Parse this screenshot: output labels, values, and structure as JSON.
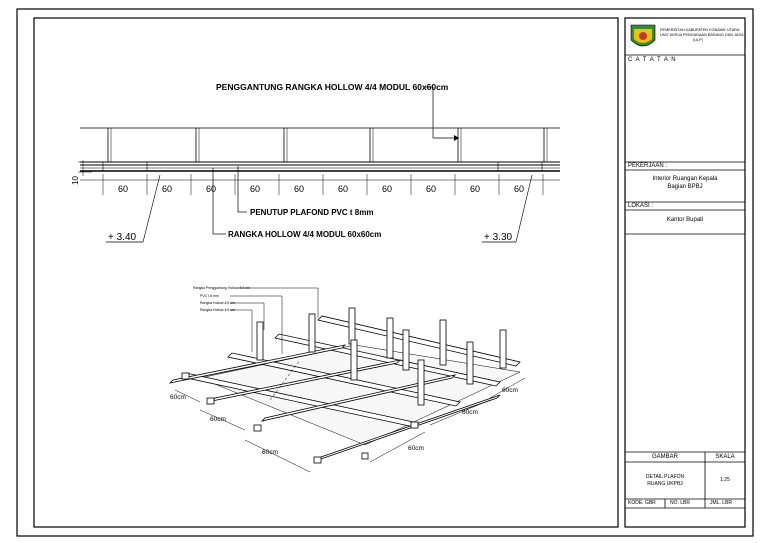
{
  "drawing": {
    "section": {
      "hanger_label": "PENGGANTUNG RANGKA HOLLOW 4/4 MODUL 60x60cm",
      "height_dim": "10",
      "spacing_values": [
        "60",
        "60",
        "60",
        "60",
        "60",
        "60",
        "60",
        "60",
        "60",
        "60"
      ],
      "pvc_label": "PENUTUP PLAFOND PVC t 8mm",
      "frame_label": "RANGKA HOLLOW 4/4 MODUL 60x60cm",
      "level_left": "+ 3.40",
      "level_right": "+ 3.30"
    },
    "iso": {
      "legend": [
        "Rangka Penggantung Hollow 4/4 cm",
        "PVC t 8 mm",
        "Rangka Hollow 4/4 cm",
        "Rangka Hollow 4/4 cm"
      ],
      "dims": [
        "60cm",
        "60cm",
        "60cm",
        "60cm",
        "60cm",
        "60cm"
      ]
    }
  },
  "title_block": {
    "header_line1": "PEMERINTAH KABUPATEN KONAWE UTARA",
    "header_line2": "UNIT KERJA PENGADAAN BARANG DAN JASA",
    "header_line3": "(ULP)",
    "catatan": "C A T A T A N",
    "pekerjaan_label": "PEKERJAAN :",
    "pekerjaan_value1": "Interior Ruangan Kepala",
    "pekerjaan_value2": "Bagian BPBJ",
    "lokasi_label": "LOKASI :",
    "lokasi_value": "Kantor Bupati",
    "gambar_label": "GAMBAR",
    "skala_label": "SKALA",
    "gambar_value1": "DETAIL PLAFON",
    "gambar_value2": "RUANG UKPBJ",
    "skala_value": "1:25",
    "kode_label": "KODE. GBR",
    "no_label": "NO. LBR",
    "jml_label": "JML. LBR"
  },
  "colors": {
    "line": "#000000",
    "logo_green": "#3a8a2e",
    "logo_yellow": "#e8c21a",
    "logo_red": "#c0392b"
  }
}
